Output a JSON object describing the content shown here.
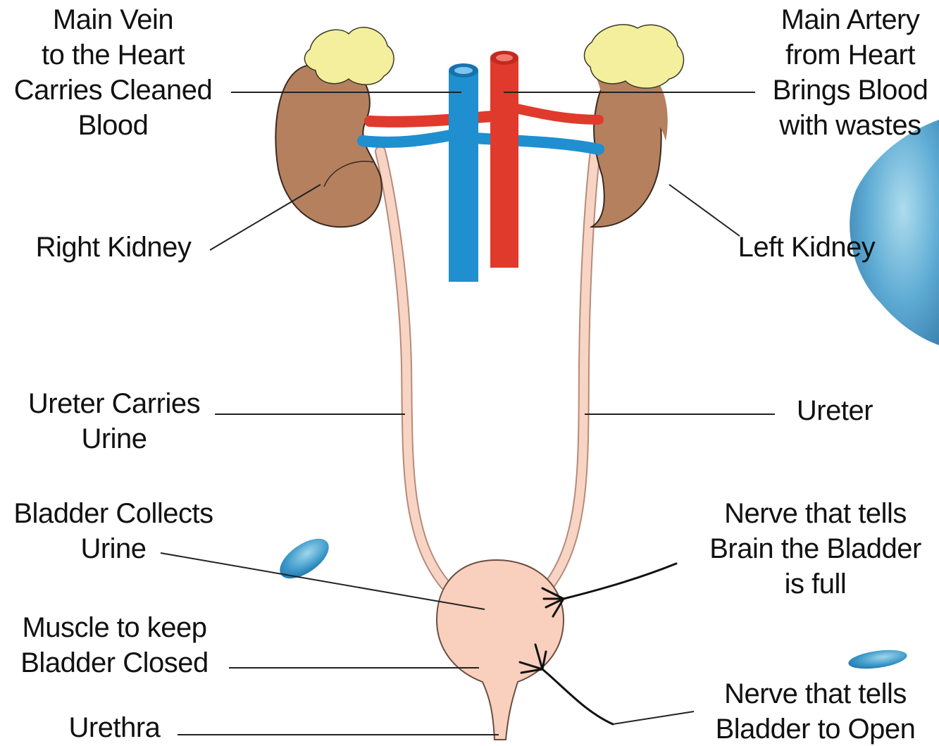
{
  "colors": {
    "kidney": "#b5805e",
    "adrenal": "#f4ef9c",
    "vein": "#1f8fd0",
    "artery": "#e03a2c",
    "ureter": "#f8d4c4",
    "bladder": "#f9cfbd",
    "nerve": "#111111",
    "leader": "#222222"
  },
  "labels": {
    "main_vein": "Main Vein\nto the Heart\nCarries Cleaned\nBlood",
    "main_artery": "Main Artery\nfrom Heart\nBrings Blood\nwith wastes",
    "right_kidney": "Right Kidney",
    "left_kidney": "Left Kidney",
    "ureter_carries": "Ureter Carries\nUrine",
    "ureter": "Ureter",
    "bladder_collects": "Bladder Collects\nUrine",
    "nerve_full": "Nerve that tells\nBrain the Bladder\nis full",
    "muscle": "Muscle to keep\nBladder Closed",
    "nerve_open": "Nerve that tells\nBladder to Open",
    "urethra": "Urethra"
  }
}
